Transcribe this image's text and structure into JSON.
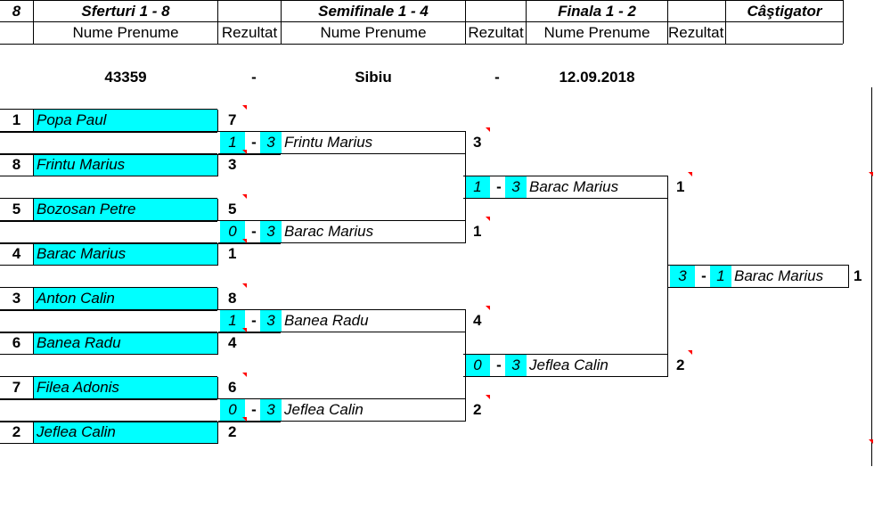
{
  "header": {
    "n8": "8",
    "quarters": "Sferturi 1 - 8",
    "semis": "Semifinale 1 - 4",
    "final": "Finala 1 - 2",
    "winner": "Câştigator",
    "name_label": "Nume Prenume",
    "result_label": "Rezultat"
  },
  "info": {
    "code": "43359",
    "sep1": "-",
    "city": "Sibiu",
    "sep2": "-",
    "date": "12.09.2018"
  },
  "quarterfinals": [
    {
      "seed": "1",
      "name": "Popa Paul",
      "score": "7"
    },
    {
      "seed": "8",
      "name": "Frintu Marius",
      "score": "3"
    },
    {
      "seed": "5",
      "name": "Bozosan Petre",
      "score": "5"
    },
    {
      "seed": "4",
      "name": "Barac Marius",
      "score": "1"
    },
    {
      "seed": "3",
      "name": "Anton Calin",
      "score": "8"
    },
    {
      "seed": "6",
      "name": "Banea Radu",
      "score": "4"
    },
    {
      "seed": "7",
      "name": "Filea Adonis",
      "score": "6"
    },
    {
      "seed": "2",
      "name": "Jeflea Calin",
      "score": "2"
    }
  ],
  "semifinals": [
    {
      "a": "1",
      "dash": "-",
      "b": "3",
      "name": "Frintu Marius",
      "score": "3"
    },
    {
      "a": "0",
      "dash": "-",
      "b": "3",
      "name": "Barac Marius",
      "score": "1"
    },
    {
      "a": "1",
      "dash": "-",
      "b": "3",
      "name": "Banea Radu",
      "score": "4"
    },
    {
      "a": "0",
      "dash": "-",
      "b": "3",
      "name": "Jeflea Calin",
      "score": "2"
    }
  ],
  "finals": [
    {
      "a": "1",
      "dash": "-",
      "b": "3",
      "name": "Barac Marius",
      "score": "1"
    },
    {
      "a": "0",
      "dash": "-",
      "b": "3",
      "name": "Jeflea Calin",
      "score": "2"
    }
  ],
  "champion": {
    "a": "3",
    "dash": "-",
    "b": "1",
    "name": "Barac Marius",
    "score": "1"
  }
}
